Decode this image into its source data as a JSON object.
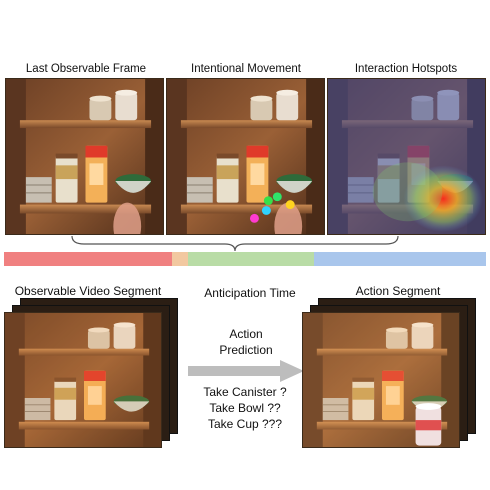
{
  "top_labels": {
    "last_frame": "Last Observable Frame",
    "intentional": "Intentional Movement",
    "hotspots": "Interaction Hotspots"
  },
  "timeline": {
    "observable_color": "#f08080",
    "transition_color": "#f2c8a0",
    "anticipation_color": "#b9dca6",
    "action_color": "#a9c6ec"
  },
  "bottom_labels": {
    "observable_segment": "Observable Video Segment",
    "anticipation_time": "Anticipation Time",
    "action_segment": "Action Segment"
  },
  "center": {
    "action_line1": "Action",
    "action_line2": "Prediction",
    "predictions": [
      "Take Canister ?",
      "Take Bowl ??",
      "Take Cup ???"
    ]
  },
  "trajectory_dots": [
    "#ff3bd0",
    "#2fd3ff",
    "#35e04a",
    "#2fe36a",
    "#ffd21f"
  ]
}
